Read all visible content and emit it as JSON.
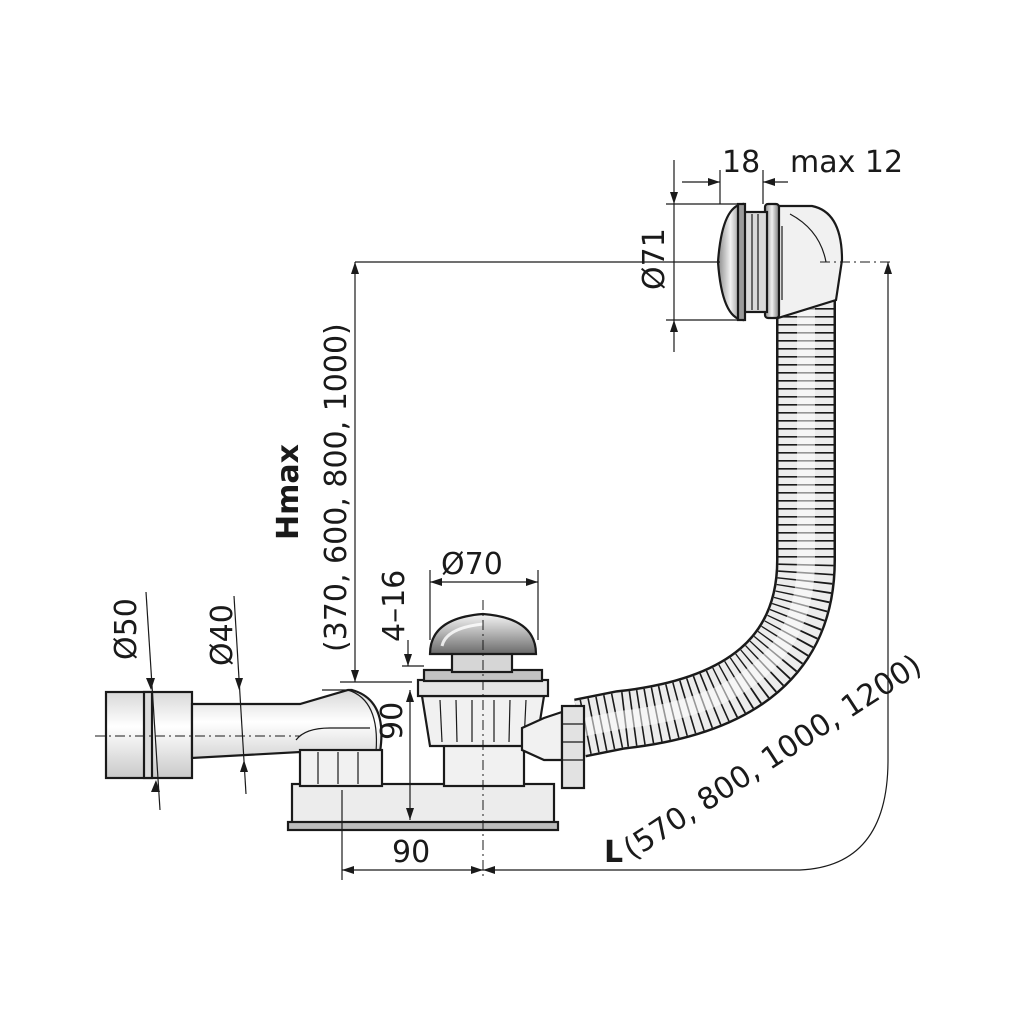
{
  "dimensions": {
    "overflow_head_thickness": "18",
    "wall_max": "max 12",
    "overflow_diameter": "Ø71",
    "hmax_label": "Hmax",
    "hmax_values": "(370, 600, 800, 1000)",
    "plug_range": "4–16",
    "plug_diameter": "Ø70",
    "outlet_outer_diameter": "Ø50",
    "outlet_inner_diameter": "Ø40",
    "trap_height": "90",
    "trap_offset": "90",
    "length_label": "L",
    "length_values": "(570, 800, 1000, 1200)"
  },
  "colors": {
    "line": "#1a1a1a",
    "metal_light": "#e6e6e6",
    "metal_mid": "#b9b9b9",
    "metal_dark": "#6e6e6e",
    "plastic": "#ececec"
  }
}
